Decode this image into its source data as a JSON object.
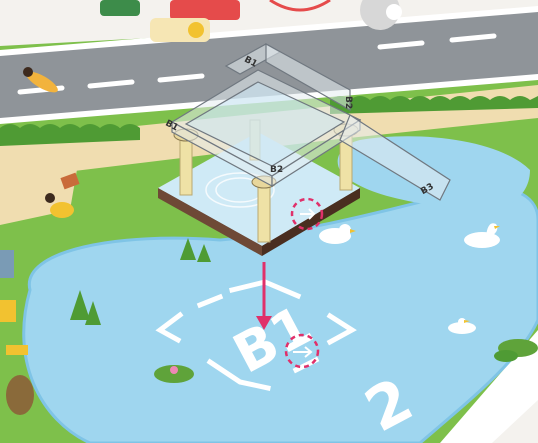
{
  "title": "",
  "labels": {
    "module_top_1": "B1",
    "module_top_2": "B2",
    "module_left": "B1",
    "module_center": "B2",
    "arm_tag": "B3",
    "base_marker": "B1",
    "ground_number": "2"
  },
  "colors": {
    "grass": "#7ec04b",
    "grass_dark": "#5fa33a",
    "water": "#9fd6ef",
    "water_edge": "#7fc4e6",
    "road": "#8f9499",
    "path": "#f0ddb0",
    "sky_white": "#ffffff",
    "arrow": "#e0306a",
    "plate_top": "#cfeaf6",
    "plate_side": "#5a3a2a",
    "pillar": "#efe2a6"
  },
  "icons": [
    "duck-icon",
    "duck-icon",
    "duck-icon",
    "lily-pad-icon",
    "person-icon",
    "dashed-circle-icon",
    "down-arrow-icon",
    "corner-brackets-icon"
  ]
}
